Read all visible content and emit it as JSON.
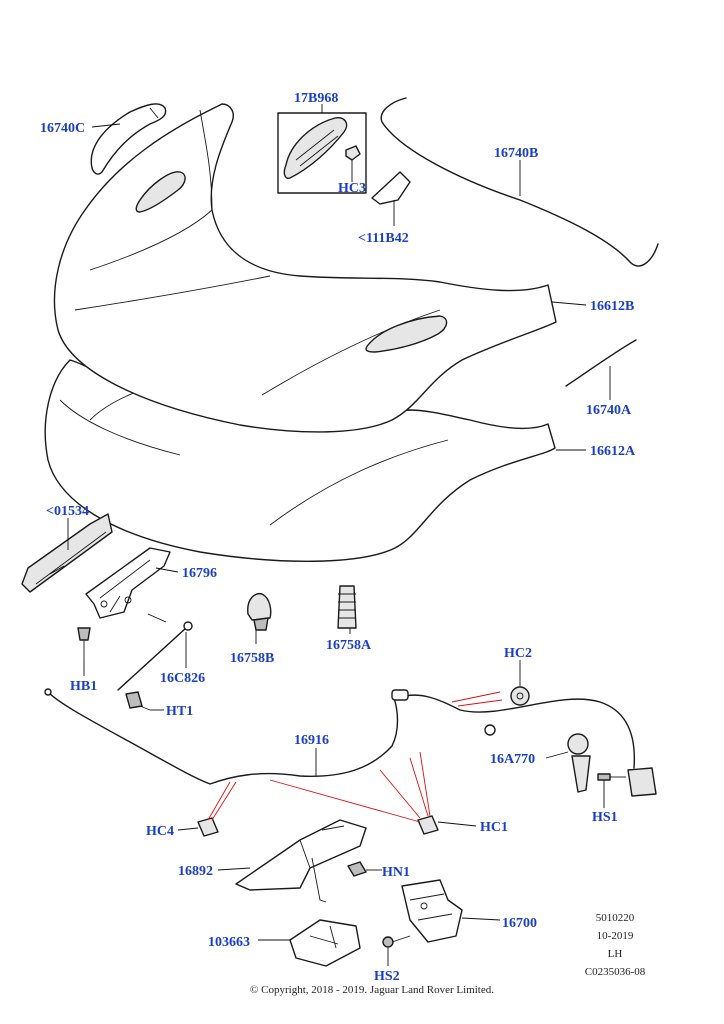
{
  "callouts": {
    "c16740C": "16740C",
    "c17B968": "17B968",
    "cHC3": "HC3",
    "c111B42": "<111B42",
    "c16740B": "16740B",
    "c16612B": "16612B",
    "c16740A": "16740A",
    "c16612A": "16612A",
    "c01534": "<01534",
    "c16796": "16796",
    "c16758B": "16758B",
    "c16758A": "16758A",
    "cHB1": "HB1",
    "c16C826": "16C826",
    "cHT1": "HT1",
    "cHC2": "HC2",
    "c16916": "16916",
    "c16A770": "16A770",
    "cHS1": "HS1",
    "cHC4": "HC4",
    "cHC1": "HC1",
    "c16892": "16892",
    "cHN1": "HN1",
    "c16700": "16700",
    "c103663": "103663",
    "cHS2": "HS2"
  },
  "meta": {
    "ref": "5010220",
    "date": "10-2019",
    "side": "LH",
    "code": "C0235036-08"
  },
  "copyright": "© Copyright, 2018 - 2019. Jaguar Land Rover Limited.",
  "colors": {
    "callout": "#1a3fc4",
    "accent_lines": "#e01010"
  }
}
